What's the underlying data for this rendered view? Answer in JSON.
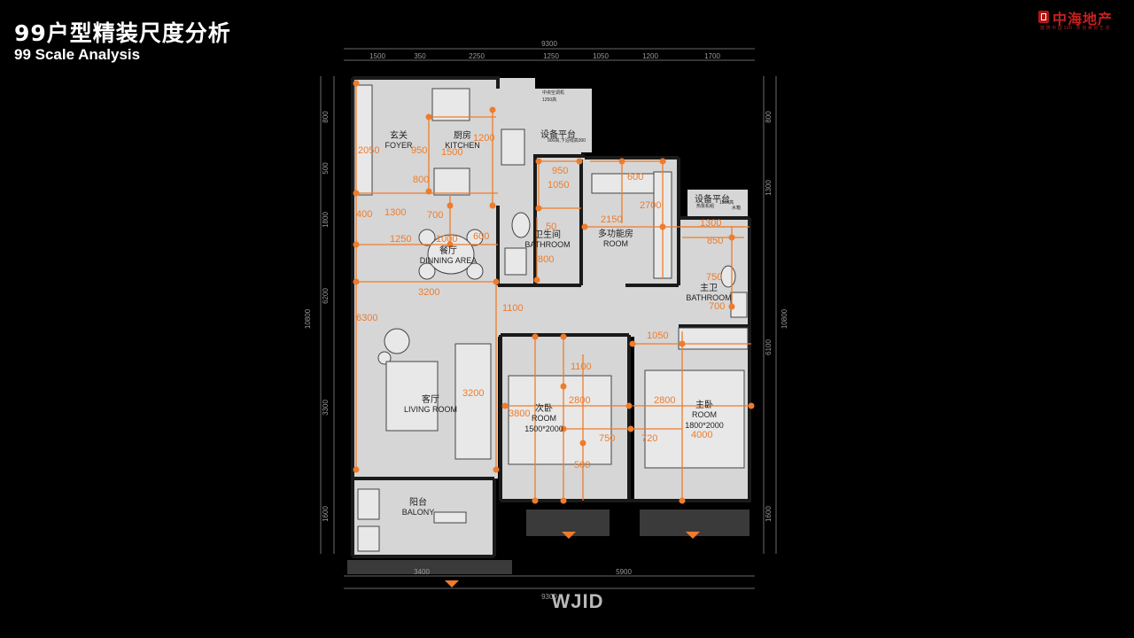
{
  "header": {
    "title_cn": "99户型精装尺度分析",
    "title_en": "99 Scale Analysis"
  },
  "logo": {
    "name": "中海地产",
    "slogan": "建 筑 中 国 100 · 共 创 美 好 生 活"
  },
  "brand": "WJID",
  "colors": {
    "background": "#000000",
    "floor": "#d6d6d6",
    "wall": "#1a1a1a",
    "dimension_accent": "#ee7c2c",
    "frame_line": "#8a8a8a"
  },
  "plan": {
    "overall_width": "9300",
    "overall_depth": "10800",
    "top_segments": [
      "1500",
      "350",
      "2250",
      "1250",
      "1050",
      "1200",
      "1700"
    ],
    "bottom_segments": [
      "3400",
      "5900"
    ],
    "left_segments": [
      "800",
      "500",
      "1800",
      "6200",
      "3300",
      "1600"
    ],
    "right_segments": [
      "800",
      "1300",
      "6100",
      "1600"
    ],
    "room_labels": [
      {
        "cn": "玄关",
        "en": "FOYER"
      },
      {
        "cn": "厨房",
        "en": "KITCHEN"
      },
      {
        "cn": "设备平台",
        "en": ""
      },
      {
        "cn": "设备平台",
        "en": ""
      },
      {
        "cn": "卫生间",
        "en": "BATHROOM"
      },
      {
        "cn": "多功能房",
        "en": "ROOM"
      },
      {
        "cn": "餐厅",
        "en": "DINNING AREA"
      },
      {
        "cn": "主卫",
        "en": "BATHROOM"
      },
      {
        "cn": "客厅",
        "en": "LIVING ROOM"
      },
      {
        "cn": "次卧",
        "en": "ROOM",
        "bed": "1500*2000"
      },
      {
        "cn": "主卧",
        "en": "ROOM",
        "bed": "1800*2000"
      },
      {
        "cn": "阳台",
        "en": "BALONY"
      }
    ],
    "notes": [
      {
        "text": "中央空调机"
      },
      {
        "text": "1250高"
      },
      {
        "text": "900高,下沿线高300"
      },
      {
        "text": "热泵机组"
      },
      {
        "text": "1500高"
      },
      {
        "text": "水箱"
      }
    ],
    "dimensions": [
      "2050",
      "950",
      "1500",
      "1200",
      "800",
      "1300",
      "400",
      "700",
      "1250",
      "1000",
      "600",
      "950",
      "1050",
      "600",
      "2700",
      "2150",
      "1300",
      "850",
      "50",
      "800",
      "750",
      "700",
      "3200",
      "1100",
      "6300",
      "1050",
      "1100",
      "3200",
      "2800",
      "2800",
      "3800",
      "750",
      "720",
      "4000",
      "500"
    ]
  }
}
